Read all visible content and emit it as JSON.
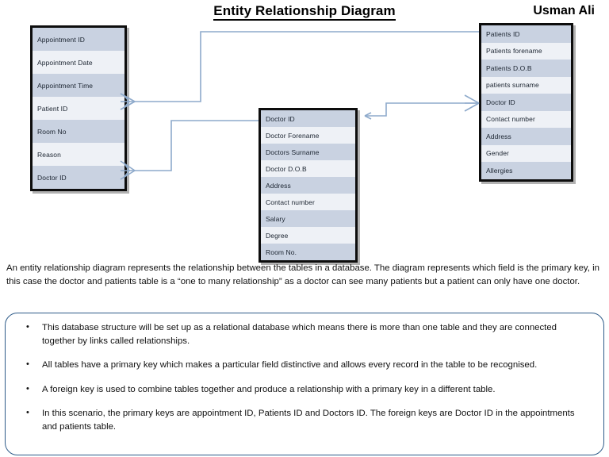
{
  "header": {
    "title": "Entity Relationship Diagram",
    "author": "Usman Ali"
  },
  "diagram": {
    "tables": [
      {
        "name": "appointment-table",
        "rows": [
          "Appointment  ID",
          "Appointment  Date",
          "Appointment  Time",
          "Patient ID",
          "Room No",
          "Reason",
          "Doctor ID"
        ]
      },
      {
        "name": "doctor-table",
        "rows": [
          "Doctor ID",
          "Doctor Forename",
          "Doctors Surname",
          "Doctor D.O.B",
          "Address",
          "Contact number",
          "Salary",
          "Degree",
          "Room No."
        ]
      },
      {
        "name": "patients-table",
        "rows": [
          "Patients ID",
          "Patients forename",
          "Patients D.O.B",
          "patients surname",
          "Doctor ID",
          "Contact number",
          "Address",
          "Gender",
          "Allergies"
        ]
      }
    ],
    "relationships": [
      {
        "from": "patients-table.Patients ID",
        "to": "appointment-table.Patient ID",
        "cardinality": "one-to-many"
      },
      {
        "from": "doctor-table.Doctor ID",
        "to": "appointment-table.Doctor ID",
        "cardinality": "one-to-many"
      },
      {
        "from": "patients-table.Doctor ID",
        "to": "doctor-table.Doctor ID",
        "cardinality": "many-to-one"
      }
    ],
    "colors": {
      "row_dark": "#c9d2e1",
      "row_light": "#eef1f6",
      "table_border": "#0d0d0d",
      "connector": "#8eaacb",
      "box_border": "#2d5a88"
    }
  },
  "body": {
    "paragraph": "An entity relationship diagram represents the relationship between the tables in a database. The diagram represents which field is the primary key, in this case the doctor and patients table is a “one to many relationship” as a doctor can see many patients but a patient can only have one doctor.",
    "bullets": [
      "This database structure will be set up as a relational database which means there is more than one table and they are connected together by links called relationships.",
      "All tables have a primary key which makes a particular field distinctive and allows every record in the table to be recognised.",
      "A foreign key is used to combine tables together and produce a relationship with a primary key in a different table.",
      "In this scenario, the primary keys are appointment ID, Patients ID and Doctors ID. The foreign keys are Doctor ID in the appointments and patients table."
    ]
  }
}
